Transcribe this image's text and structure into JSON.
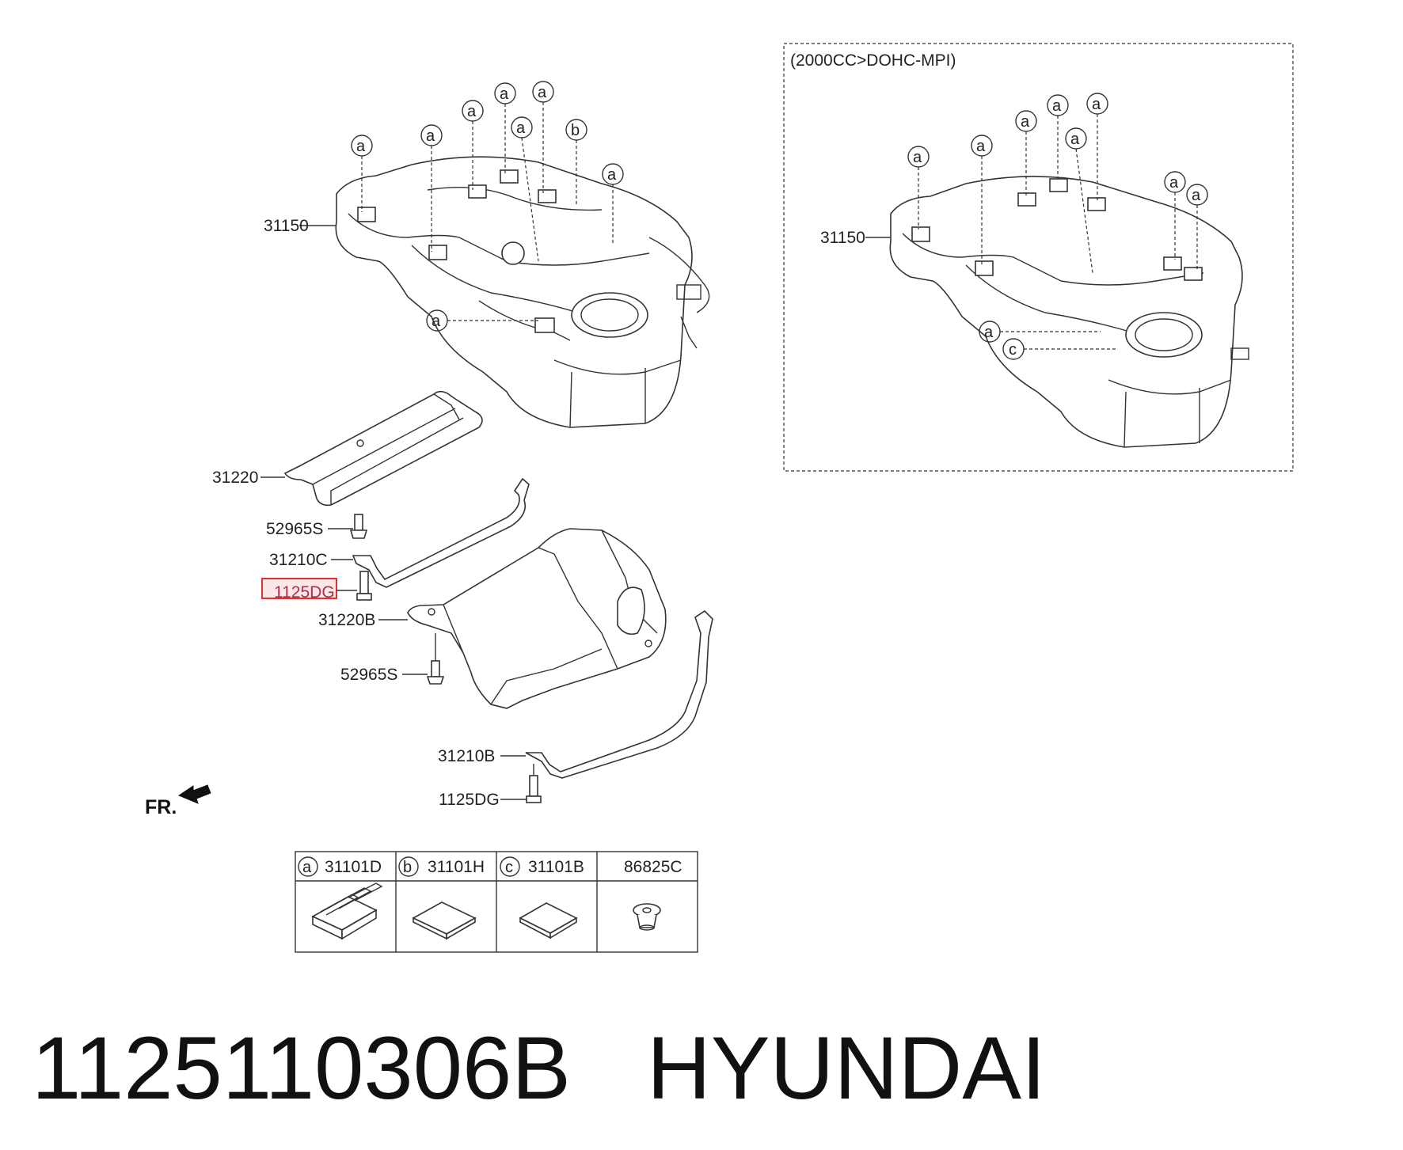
{
  "inset": {
    "title": "(2000CC>DOHC-MPI)"
  },
  "callouts": {
    "tank_main": "31150",
    "tank_inset": "31150",
    "protector_front": "31220",
    "screw_upper": "52965S",
    "band_front": "31210C",
    "bolt_highlighted": "1125DG",
    "protector_rear": "31220B",
    "screw_lower": "52965S",
    "band_rear": "31210B",
    "bolt_lower": "1125DG"
  },
  "circle_letters": {
    "a": "a",
    "b": "b",
    "c": "c"
  },
  "direction": {
    "label": "FR."
  },
  "legend": [
    {
      "letter": "a",
      "code": "31101D",
      "icon": "pad-ribbed-icon"
    },
    {
      "letter": "b",
      "code": "31101H",
      "icon": "pad-flat-icon"
    },
    {
      "letter": "c",
      "code": "31101B",
      "icon": "pad-flat-icon"
    },
    {
      "letter": "",
      "code": "86825C",
      "icon": "clip-icon"
    }
  ],
  "footer": {
    "part_number": "1125110306B",
    "brand": "HYUNDAI"
  },
  "colors": {
    "highlight": "#e03030",
    "highlight_fill": "#fde6e8",
    "ink": "#333333"
  }
}
